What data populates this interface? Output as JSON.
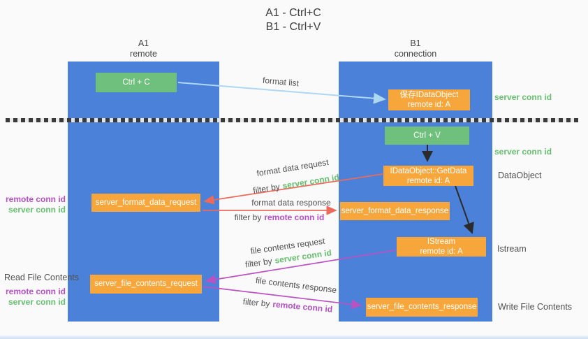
{
  "title": {
    "line1": "A1 - Ctrl+C",
    "line2": "B1 - Ctrl+V"
  },
  "lanes": {
    "left": {
      "title": "A1",
      "subtitle": "remote"
    },
    "right": {
      "title": "B1",
      "subtitle": "connection"
    }
  },
  "nodes": {
    "ctrl_c": {
      "label": "Ctrl + C"
    },
    "save_idataobject": {
      "line1": "保存IDataObject",
      "line2": "remote id: A"
    },
    "ctrl_v": {
      "label": "Ctrl + V"
    },
    "getdata": {
      "line1": "IDataObject::GetData",
      "line2": "remote id: A"
    },
    "server_format_data_request": {
      "label": "server_format_data_request"
    },
    "server_format_data_response": {
      "label": "server_format_data_response"
    },
    "istream": {
      "line1": "IStream",
      "line2": "remote id: A"
    },
    "server_file_contents_request": {
      "label": "server_file_contents_request"
    },
    "server_file_contents_response": {
      "label": "server_file_contents_response"
    }
  },
  "edges": {
    "format_list": {
      "label": "format list"
    },
    "format_data_request": {
      "label": "format data request",
      "filter_prefix": "filter by",
      "filter_key": "server conn id"
    },
    "format_data_response": {
      "label": "format data response",
      "filter_prefix": "filter by",
      "filter_key": "remote conn id"
    },
    "file_contents_request": {
      "label": "file contents request",
      "filter_prefix": "filter by",
      "filter_key": "server conn id"
    },
    "file_contents_response": {
      "label": "file contents response",
      "filter_prefix": "filter by",
      "filter_key": "remote conn id"
    }
  },
  "annotations": {
    "server_conn_id_top_right": "server conn id",
    "server_conn_id_mid_right": "server conn id",
    "dataobject": "DataObject",
    "istream": "Istream",
    "write_file_contents": "Write File Contents",
    "remote_conn_id_mid_left": "remote conn id",
    "server_conn_id_mid_left": "server conn id",
    "read_file_contents": "Read File Contents",
    "remote_conn_id_low_left": "remote conn id",
    "server_conn_id_low_left": "server conn id"
  },
  "colors": {
    "lane_blue": "#4b81d8",
    "box_green": "#6fbf7d",
    "box_orange": "#f7a63c",
    "arrow_red": "#ec6a5c",
    "arrow_magenta": "#ba52c2",
    "arrow_light_blue": "#aed7f2",
    "arrow_black": "#2b2b2b",
    "label_green": "#66bf6e",
    "label_magenta": "#b44fc4",
    "label_gray": "#4f4f4f"
  }
}
